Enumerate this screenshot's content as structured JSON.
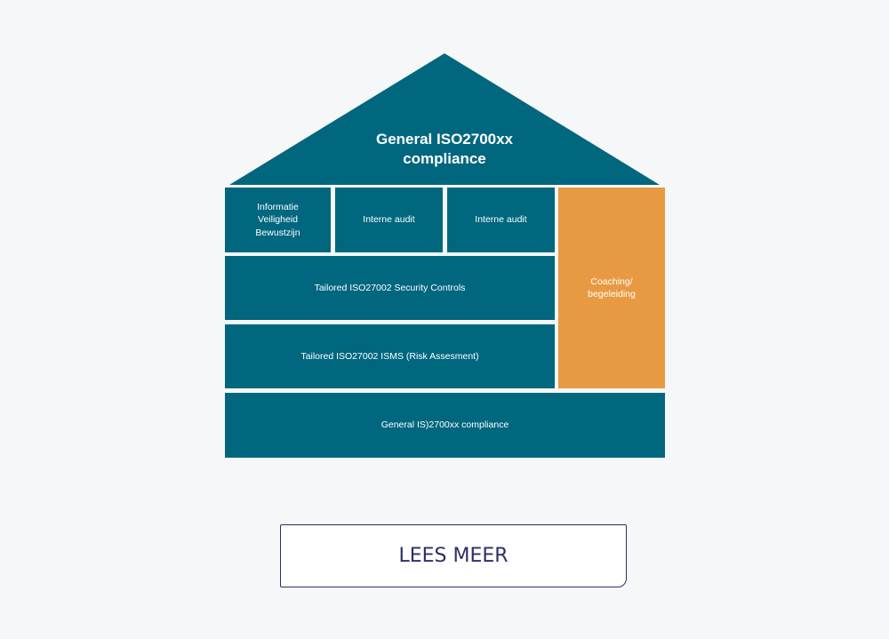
{
  "diagram": {
    "roof_title": "General ISO2700xx\ncompliance",
    "blocks": {
      "informatie": "Informatie\nVeiligheid\nBewustzijn",
      "interne_audit_1": "Interne audit",
      "interne_audit_2": "Interne audit",
      "coaching": "Coaching/\nbegeleiding",
      "security_controls": "Tailored ISO27002 Security Controls",
      "isms": "Tailored ISO27002 ISMS (Risk Assesment)",
      "foundation": "General IS)2700xx compliance"
    },
    "colors": {
      "primary": "#00677f",
      "accent": "#e89a43",
      "background": "#f6f7f8"
    }
  },
  "cta": {
    "label": "LEES MEER",
    "color": "#2c2f63"
  }
}
